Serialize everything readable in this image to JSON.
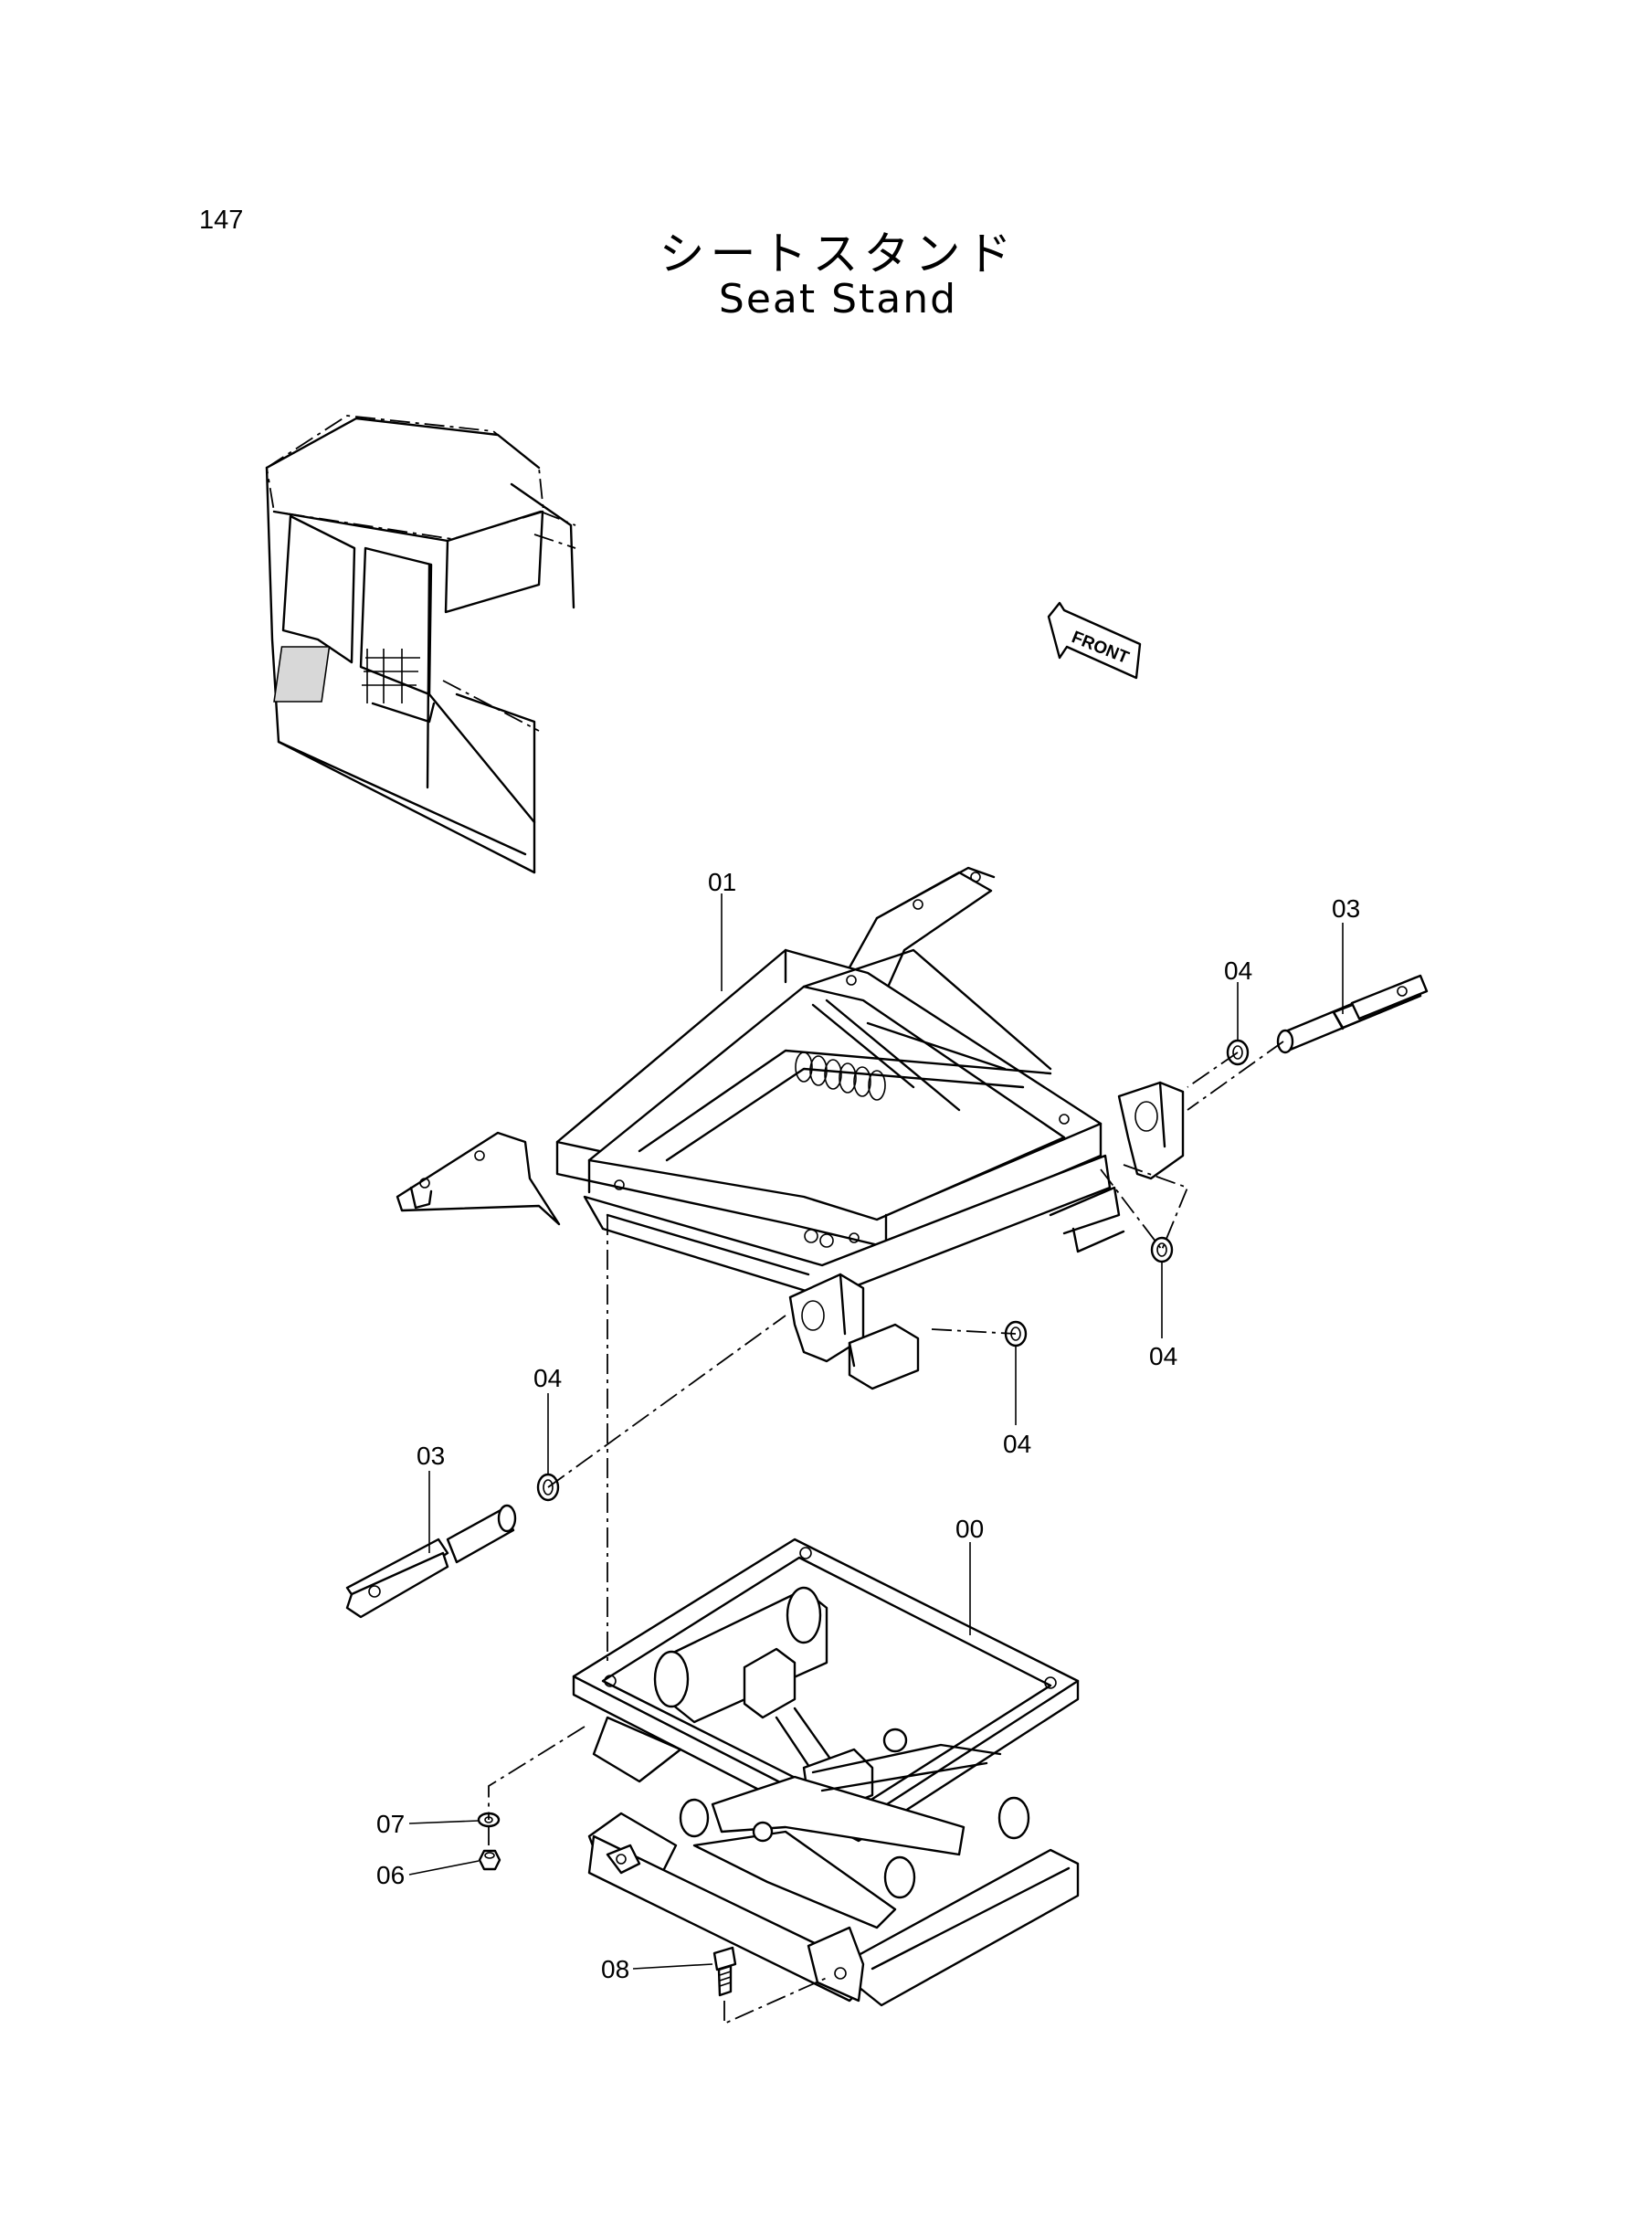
{
  "page_number": "147",
  "title_jp": "シートスタンド",
  "title_en": "Seat Stand",
  "front_label": "FRONT",
  "labels": {
    "frame": "01",
    "pin_right": "03",
    "clip_right_top": "04",
    "clip_right_low": "04",
    "clip_center": "04",
    "clip_left": "04",
    "pin_left": "03",
    "suspension": "00",
    "washer": "07",
    "nut": "06",
    "bolt": "08"
  }
}
